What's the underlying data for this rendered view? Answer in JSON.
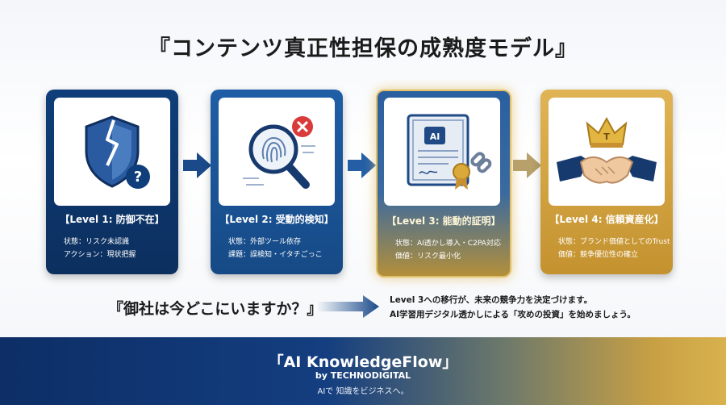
{
  "title": "『コンテンツ真正性担保の成熟度モデル』",
  "levels": [
    {
      "title": "【Level 1: 防御不在】",
      "line1": "状態：リスク未認識",
      "line2": "アクション：現状把握",
      "icon": "broken-shield-question-icon"
    },
    {
      "title": "【Level 2: 受動的検知】",
      "line1": "状態：外部ツール依存",
      "line2": "課題：誤検知・イタチごっこ",
      "icon": "magnifier-fingerprint-icon"
    },
    {
      "title": "【Level 3: 能動的証明】",
      "line1": "状態：AI透かし導入・C2PA対応",
      "line2": "価値：リスク最小化",
      "icon_text": "AI",
      "icon": "certificate-chain-icon"
    },
    {
      "title": "【Level 4: 信頼資産化】",
      "line1": "状態：ブランド価値としてのTrust",
      "line2": "価値：競争優位性の確立",
      "icon_text": "T",
      "icon": "crown-handshake-icon"
    }
  ],
  "question": "『御社は今どこにいますか？』",
  "message": {
    "line1": "Level 3への移行が、未来の競争力を決定づけます。",
    "line2": "AI学習用デジタル透かしによる「攻めの投資」を始めましょう。"
  },
  "footer": {
    "brand": "「AI KnowledgeFlow」",
    "by": "by TECHNODIGITAL",
    "tagline": "AIで 知識をビジネスへ。"
  },
  "colors": {
    "navy": "#0f3e7a",
    "blue": "#1f5ea6",
    "gold": "#d9b24e",
    "red": "#d93a3a"
  }
}
